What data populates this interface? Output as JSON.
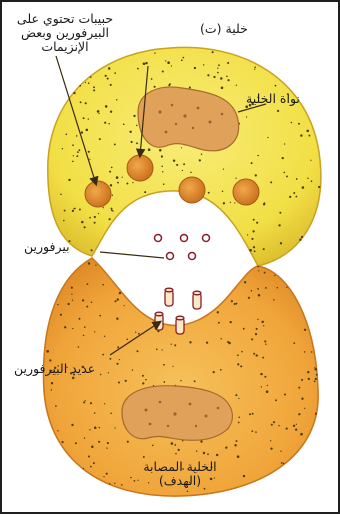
{
  "labels": {
    "cell_t": "خلية (ت)",
    "granules": "حبيبات تحتوي على البيرفورين وبعض الإنزيمات",
    "cell_nucleus": "نواة الخلية",
    "perforin": "بيرفورين",
    "polyperforin": "عديد البيرفورين",
    "target_cell": "الخلية المصابة (الهدف)"
  },
  "colors": {
    "frame": "#1f1f1f",
    "t_cell_fill": "#f2df45",
    "target_fill": "#f0a53a",
    "nucleus_fill": "#e0a25a",
    "granule_fill": "#e08a2e",
    "speckle": "#4a3a12",
    "arrow": "#3a2a10",
    "pore": "#8a1c28"
  },
  "icons": [
    "arrow-icon",
    "pore-icon"
  ]
}
